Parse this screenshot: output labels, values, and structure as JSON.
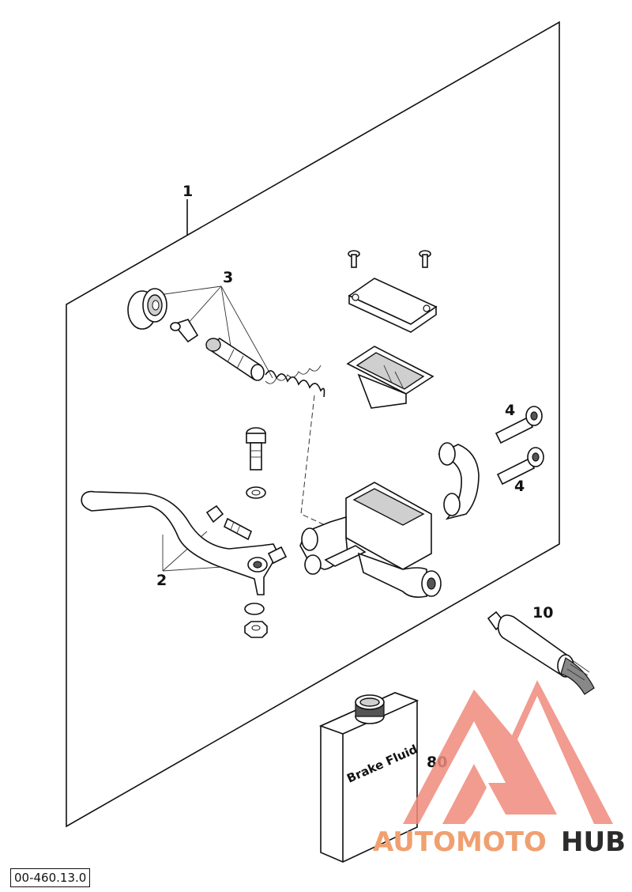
{
  "diagram_ref": "00-460.13.0",
  "callouts": {
    "c1": "1",
    "c2": "2",
    "c3": "3",
    "c4a": "4",
    "c4b": "4",
    "c10": "10",
    "c80": "80"
  },
  "bottle_label": "Brake Fluid",
  "watermark": {
    "part1": "AUTOMOTO",
    "part2": "HUB",
    "color_primary": "#f08a7c",
    "color_secondary": "#f2b07c",
    "color_dark": "#2b2b2b"
  }
}
